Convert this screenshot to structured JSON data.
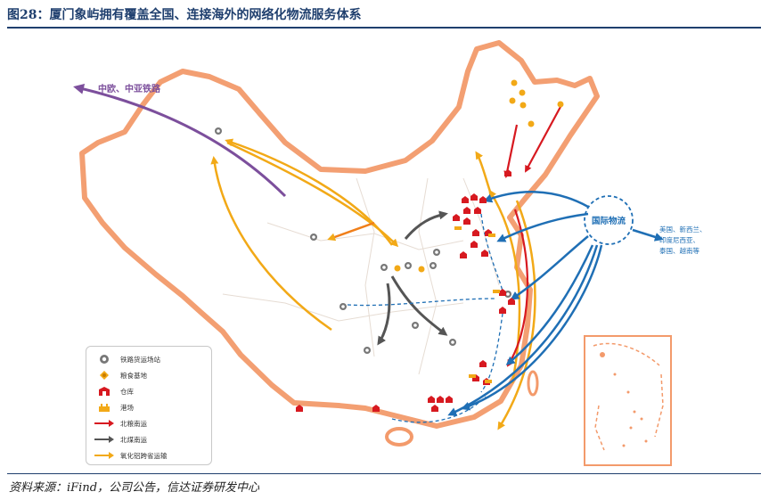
{
  "header": {
    "title": "图28：厦门象屿拥有覆盖全国、连接海外的网络化物流服务体系"
  },
  "footer": {
    "source": "资料来源：iFind，公司公告，信达证券研发中心"
  },
  "map": {
    "labels": {
      "eurasia_rail": "中欧、中亚铁路",
      "international_logistics": "国际物流",
      "destinations_line1": "美国、新西兰、",
      "destinations_line2": "印度尼西亚、",
      "destinations_line3": "泰国、越南等"
    },
    "colors": {
      "border": "#f39a6b",
      "north_to_south": "#d71920",
      "south_to_north": "#555555",
      "cross_province": "#f2a917",
      "international": "#1f6fb5",
      "eurasia": "#7c4f9c"
    }
  },
  "legend": {
    "items": [
      {
        "icon": "rail-station-icon",
        "label": "铁路货运场站"
      },
      {
        "icon": "grain-base-icon",
        "label": "粮食基地"
      },
      {
        "icon": "warehouse-icon",
        "label": "仓库"
      },
      {
        "icon": "port-icon",
        "label": "港场"
      },
      {
        "icon": "red-arrow-icon",
        "label": "北粮南运"
      },
      {
        "icon": "gray-arrow-icon",
        "label": "北煤南运"
      },
      {
        "icon": "yellow-arrow-icon",
        "label": "氧化铝跨省运输"
      }
    ]
  }
}
